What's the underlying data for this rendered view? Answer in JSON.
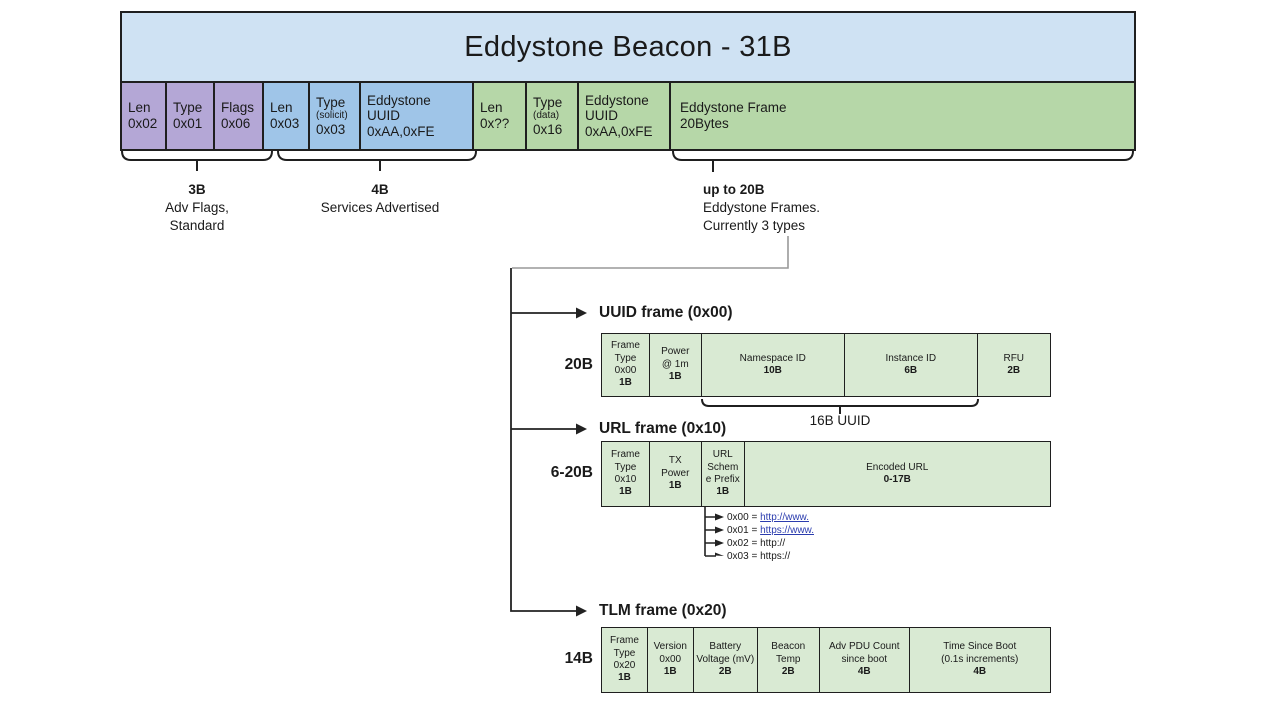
{
  "title": "Eddystone Beacon - 31B",
  "palette": {
    "banner_blue": "#cfe2f3",
    "adv_purple": "#b4a7d6",
    "adv_blue": "#9fc5e8",
    "adv_green": "#b6d7a8",
    "frame_cell_green": "#d9ead3",
    "link_blue": "#2b3cae"
  },
  "adv_packet": {
    "cells": [
      {
        "t1": "Len\n0x02",
        "note": "",
        "t2": ""
      },
      {
        "t1": "Type\n0x01",
        "note": "",
        "t2": ""
      },
      {
        "t1": "Flags\n0x06",
        "note": "",
        "t2": ""
      },
      {
        "t1": "Len\n0x03",
        "note": "",
        "t2": ""
      },
      {
        "t1": "Type",
        "note": "(solicit)",
        "t2": "0x03"
      },
      {
        "t1": "Eddystone\nUUID\n0xAA,0xFE",
        "note": "",
        "t2": ""
      },
      {
        "t1": "Len\n0x??",
        "note": "",
        "t2": ""
      },
      {
        "t1": "Type",
        "note": "(data)",
        "t2": "0x16"
      },
      {
        "t1": "Eddystone\nUUID\n0xAA,0xFE",
        "note": "",
        "t2": ""
      },
      {
        "t1": "Eddystone Frame\n20Bytes",
        "note": "",
        "t2": ""
      }
    ]
  },
  "section_labels": [
    {
      "size": "3B",
      "desc": "Adv Flags,\nStandard"
    },
    {
      "size": "4B",
      "desc": "Services Advertised"
    },
    {
      "size": "up to 20B",
      "desc": "Eddystone Frames.\nCurrently 3 types"
    }
  ],
  "frames": {
    "uuid": {
      "heading": "UUID frame (0x00)",
      "total_size": "20B",
      "cells": [
        {
          "label": "Frame\nType\n0x00",
          "size": "1B"
        },
        {
          "label": "Power\n@ 1m",
          "size": "1B"
        },
        {
          "label": "Namespace ID",
          "size": "10B"
        },
        {
          "label": "Instance ID",
          "size": "6B"
        },
        {
          "label": "RFU",
          "size": "2B"
        }
      ],
      "sub_label": "16B UUID"
    },
    "url": {
      "heading": "URL frame (0x10)",
      "total_size": "6-20B",
      "cells": [
        {
          "label": "Frame\nType\n0x10",
          "size": "1B"
        },
        {
          "label": "TX\nPower",
          "size": "1B"
        },
        {
          "label": "URL\nSchem\ne Prefix",
          "size": "1B"
        },
        {
          "label": "Encoded URL",
          "size": "0-17B"
        }
      ],
      "schemes": [
        {
          "prefix": "0x00 = ",
          "url": "http://www."
        },
        {
          "prefix": "0x01 = ",
          "url": "https://www."
        },
        {
          "prefix": "0x02 = ",
          "url": "http://"
        },
        {
          "prefix": "0x03 = ",
          "url": "https://"
        }
      ]
    },
    "tlm": {
      "heading": "TLM frame (0x20)",
      "total_size": "14B",
      "cells": [
        {
          "label": "Frame\nType\n0x20",
          "size": "1B"
        },
        {
          "label": "Version\n0x00",
          "size": "1B"
        },
        {
          "label": "Battery\nVoltage (mV)",
          "size": "2B"
        },
        {
          "label": "Beacon\nTemp",
          "size": "2B"
        },
        {
          "label": "Adv PDU Count\nsince boot",
          "size": "4B"
        },
        {
          "label": "Time Since Boot\n(0.1s increments)",
          "size": "4B"
        }
      ]
    }
  }
}
